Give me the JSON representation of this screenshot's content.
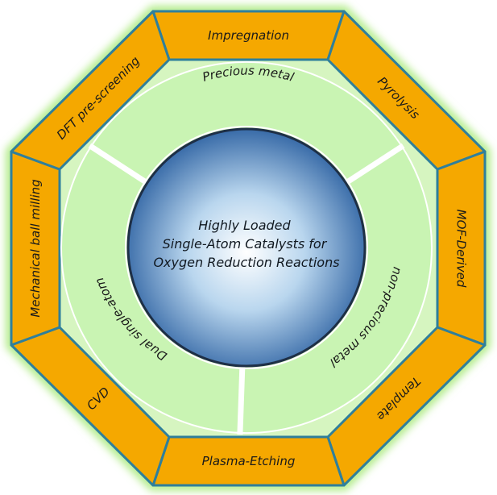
{
  "center": {
    "title_lines": [
      "Highly Loaded",
      "Single-Atom Catalysts for",
      "Oxygen Reduction Reactions"
    ]
  },
  "categories": [
    "Precious metal",
    "non-precious metal",
    "Dual single-atom"
  ],
  "methods": [
    "Impregnation",
    "Pyrolysis",
    "MOF-Derived",
    "Template",
    "Plasma-Etching",
    "CVD",
    "Mechanical ball milling",
    "DFT pre-screening"
  ],
  "colors": {
    "method_fill": "#f5a800",
    "method_border": "#2f7f9b",
    "glow": "#b4ec8c",
    "ring_fill": "#c9f4b3",
    "ring_border": "#ffffff",
    "sphere_center": "#ffffff",
    "sphere_edge": "#2a5fa0",
    "sphere_border": "#1e2f46"
  }
}
